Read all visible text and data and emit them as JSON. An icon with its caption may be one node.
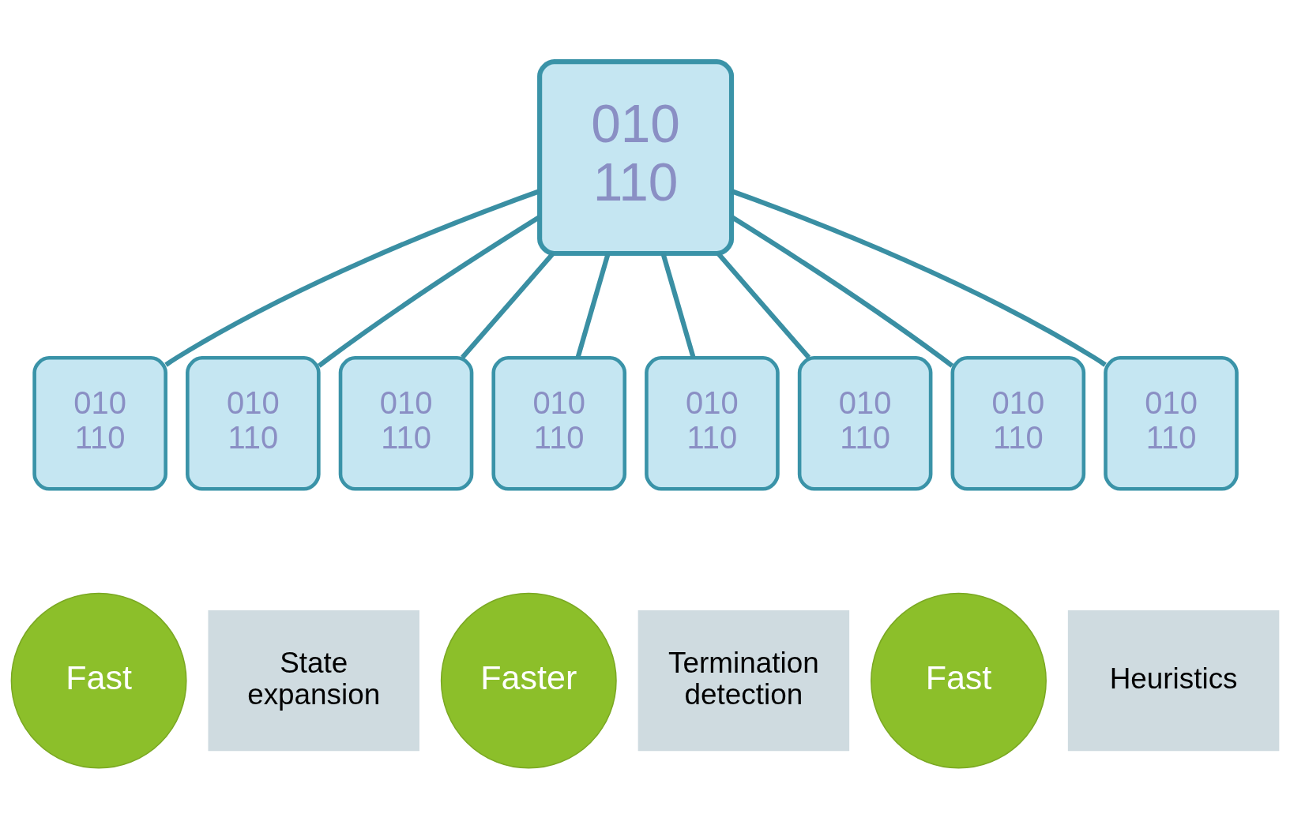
{
  "diagram": {
    "nodes": [
      {
        "text": [
          "010 110"
        ]
      },
      {
        "text": [
          "010 110"
        ]
      },
      {
        "text": [
          "010 110"
        ]
      },
      {
        "text": [
          "010 110"
        ]
      },
      {
        "text": [
          "010 110"
        ]
      },
      {
        "text": [
          "010 110"
        ]
      },
      {
        "text": [
          "010 110"
        ]
      },
      {
        "text": [
          "010 110"
        ]
      },
      {
        "text": [
          "010 110"
        ]
      },
      {
        "text": [
          "Fast"
        ]
      },
      {
        "text": [
          "State expansion"
        ]
      },
      {
        "text": [
          "Faster"
        ]
      },
      {
        "text": [
          "Termination detection"
        ]
      },
      {
        "text": [
          "Fast"
        ]
      },
      {
        "text": [
          "Heuristics"
        ]
      }
    ],
    "edges": [
      {
        "from": 0,
        "to": 1,
        "arrow": "none"
      },
      {
        "from": 0,
        "to": 2,
        "arrow": "none"
      },
      {
        "from": 0,
        "to": 3,
        "arrow": "none"
      },
      {
        "from": 0,
        "to": 4,
        "arrow": "none"
      },
      {
        "from": 0,
        "to": 5,
        "arrow": "none"
      },
      {
        "from": 0,
        "to": 6,
        "arrow": "none"
      },
      {
        "from": 0,
        "to": 7,
        "arrow": "none"
      },
      {
        "from": 0,
        "to": 8,
        "arrow": "none"
      }
    ]
  }
}
